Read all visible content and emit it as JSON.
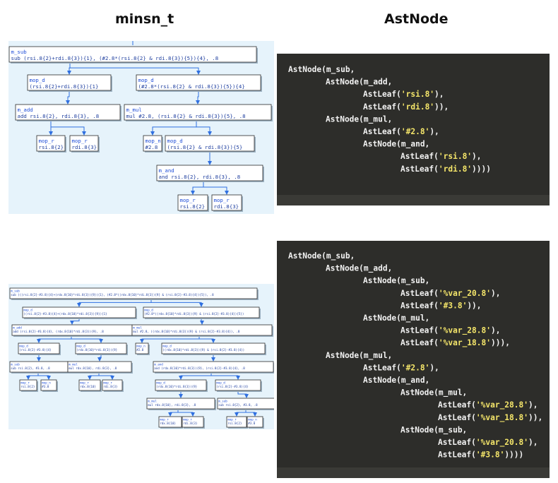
{
  "headers": {
    "left": "minsn_t",
    "right": "AstNode"
  },
  "top_graph": {
    "nodes": [
      {
        "id": "t0",
        "lines": [
          "m_sub",
          "sub    (rsi.8{2}+rdi.8{3}){1}, (#2.8*(rsi.8{2} & rdi.8{3}){5}){4}, .8"
        ]
      },
      {
        "id": "t1",
        "lines": [
          "mop_d",
          "(rsi.8{2}+rdi.8{3}){1}"
        ]
      },
      {
        "id": "t2",
        "lines": [
          "mop_d",
          "(#2.8*(rsi.8{2} & rdi.8{3}){5}){4}"
        ]
      },
      {
        "id": "t3",
        "lines": [
          "m_add",
          "add    rsi.8{2}, rdi.8{3}, .8"
        ]
      },
      {
        "id": "t4",
        "lines": [
          "m_mul",
          "mul    #2.8, (rsi.8{2} & rdi.8{3}){5}, .8"
        ]
      },
      {
        "id": "t5",
        "lines": [
          "mop_r",
          "rsi.8{2}"
        ]
      },
      {
        "id": "t6",
        "lines": [
          "mop_r",
          "rdi.8{3}"
        ]
      },
      {
        "id": "t7",
        "lines": [
          "mop_n",
          "#2.8"
        ]
      },
      {
        "id": "t8",
        "lines": [
          "mop_d",
          "(rsi.8{2} & rdi.8{3}){5}"
        ]
      },
      {
        "id": "t9",
        "lines": [
          "m_and",
          "and    rsi.8{2}, rdi.8{3}, .8"
        ]
      },
      {
        "id": "t10",
        "lines": [
          "mop_r",
          "rsi.8{2}"
        ]
      },
      {
        "id": "t11",
        "lines": [
          "mop_r",
          "rdi.8{3}"
        ]
      }
    ]
  },
  "bottom_graph": {
    "nodes": [
      {
        "id": "b0",
        "lines": [
          "m_sub",
          "sub    (((rsi.8{2}-#3.8){4}+(rdx.8{10}*rdi.8{3}){9}){1}, (#2.8*((rdx.8{10}*rdi.8{3}){9} & (rsi.8{2}-#3.8){4}){5}), .8"
        ]
      },
      {
        "id": "b1",
        "lines": [
          "mop_d",
          "((rsi.8{2}-#3.8){4}+(rdx.8{10}*rdi.8{3}){9}){1}"
        ]
      },
      {
        "id": "b2",
        "lines": [
          "mop_d",
          "(#2.8*((rdx.8{10}*rdi.8{3}){9} & (rsi.8{2}-#3.8){4}){5})"
        ]
      },
      {
        "id": "b3",
        "lines": [
          "m_add",
          "add    (rsi.8{2}-#3.8){4}, (rdx.8{10}*rdi.8{3}){9}, .8"
        ]
      },
      {
        "id": "b4",
        "lines": [
          "m_mul",
          "mul    #2.8, ((rdx.8{10}*rdi.8{3}){9} & (rsi.8{2}-#3.8){4}), .8"
        ]
      },
      {
        "id": "b5",
        "lines": [
          "mop_d",
          "(rsi.8{2}-#3.8){4}"
        ]
      },
      {
        "id": "b6",
        "lines": [
          "mop_d",
          "(rdx.8{10}*rdi.8{3}){9}"
        ]
      },
      {
        "id": "b7",
        "lines": [
          "mop_n",
          "#2.8"
        ]
      },
      {
        "id": "b8",
        "lines": [
          "mop_d",
          "((rdx.8{10}*rdi.8{3}){9} & (rsi.8{2}-#3.8){4})"
        ]
      },
      {
        "id": "b9",
        "lines": [
          "m_sub",
          "sub    rsi.8{2}, #3.8, .8"
        ]
      },
      {
        "id": "b10",
        "lines": [
          "m_mul",
          "mul    rdx.8{10}, rdi.8{3}, .8"
        ]
      },
      {
        "id": "b11",
        "lines": [
          "m_and",
          "and    (rdx.8{10}*rdi.8{3}){9}, (rsi.8{2}-#3.8){4}, .8"
        ]
      },
      {
        "id": "b12",
        "lines": [
          "mop_r",
          "rsi.8{2}"
        ]
      },
      {
        "id": "b13",
        "lines": [
          "mop_n",
          "#3.8"
        ]
      },
      {
        "id": "b14",
        "lines": [
          "mop_r",
          "rdx.8{10}"
        ]
      },
      {
        "id": "b15",
        "lines": [
          "mop_r",
          "rdi.8{3}"
        ]
      },
      {
        "id": "b16",
        "lines": [
          "mop_d",
          "(rdx.8{10}*rdi.8{3}){9}"
        ]
      },
      {
        "id": "b17",
        "lines": [
          "mop_d",
          "(rsi.8{2}-#3.8){4}"
        ]
      },
      {
        "id": "b18",
        "lines": [
          "m_mul",
          "mul    rdx.8{10}, rdi.8{3}, .8"
        ]
      },
      {
        "id": "b19",
        "lines": [
          "m_sub",
          "sub    rsi.8{2}, #3.8, .8"
        ]
      },
      {
        "id": "b20",
        "lines": [
          "mop_r",
          "rdx.8{10}"
        ]
      },
      {
        "id": "b21",
        "lines": [
          "mop_r",
          "rdi.8{3}"
        ]
      },
      {
        "id": "b22",
        "lines": [
          "mop_r",
          "rsi.8{2}"
        ]
      },
      {
        "id": "b23",
        "lines": [
          "mop_n",
          "#3.8"
        ]
      }
    ]
  },
  "code_top": {
    "lines": [
      {
        "indent": 0,
        "parts": [
          [
            "AstNode(m_sub,",
            "w"
          ]
        ]
      },
      {
        "indent": 1,
        "parts": [
          [
            "AstNode(m_add,",
            "w"
          ]
        ]
      },
      {
        "indent": 2,
        "parts": [
          [
            "AstLeaf(",
            "w"
          ],
          [
            "'rsi.8'",
            "y"
          ],
          [
            "),",
            "w"
          ]
        ]
      },
      {
        "indent": 2,
        "parts": [
          [
            "AstLeaf(",
            "w"
          ],
          [
            "'rdi.8'",
            "y"
          ],
          [
            ")),",
            "w"
          ]
        ]
      },
      {
        "indent": 1,
        "parts": [
          [
            "AstNode(m_mul,",
            "w"
          ]
        ]
      },
      {
        "indent": 2,
        "parts": [
          [
            "AstLeaf(",
            "w"
          ],
          [
            "'#2.8'",
            "y"
          ],
          [
            "),",
            "w"
          ]
        ]
      },
      {
        "indent": 2,
        "parts": [
          [
            "AstNode(m_and,",
            "w"
          ]
        ]
      },
      {
        "indent": 3,
        "parts": [
          [
            "AstLeaf(",
            "w"
          ],
          [
            "'rsi.8'",
            "y"
          ],
          [
            "),",
            "w"
          ]
        ]
      },
      {
        "indent": 3,
        "parts": [
          [
            "AstLeaf(",
            "w"
          ],
          [
            "'rdi.8'",
            "y"
          ],
          [
            "))))",
            "w"
          ]
        ]
      }
    ]
  },
  "code_bottom": {
    "lines": [
      {
        "indent": 0,
        "parts": [
          [
            "AstNode(m_sub,",
            "w"
          ]
        ]
      },
      {
        "indent": 1,
        "parts": [
          [
            "AstNode(m_add,",
            "w"
          ]
        ]
      },
      {
        "indent": 2,
        "parts": [
          [
            "AstNode(m_sub,",
            "w"
          ]
        ]
      },
      {
        "indent": 3,
        "parts": [
          [
            "AstLeaf(",
            "w"
          ],
          [
            "'%var_20.8'",
            "y"
          ],
          [
            "),",
            "w"
          ]
        ]
      },
      {
        "indent": 3,
        "parts": [
          [
            "AstLeaf(",
            "w"
          ],
          [
            "'#3.8'",
            "y"
          ],
          [
            ")),",
            "w"
          ]
        ]
      },
      {
        "indent": 2,
        "parts": [
          [
            "AstNode(m_mul,",
            "w"
          ]
        ]
      },
      {
        "indent": 3,
        "parts": [
          [
            "AstLeaf(",
            "w"
          ],
          [
            "'%var_28.8'",
            "y"
          ],
          [
            "),",
            "w"
          ]
        ]
      },
      {
        "indent": 3,
        "parts": [
          [
            "AstLeaf(",
            "w"
          ],
          [
            "'%var_18.8'",
            "y"
          ],
          [
            "))),",
            "w"
          ]
        ]
      },
      {
        "indent": 1,
        "parts": [
          [
            "AstNode(m_mul,",
            "w"
          ]
        ]
      },
      {
        "indent": 2,
        "parts": [
          [
            "AstLeaf(",
            "w"
          ],
          [
            "'#2.8'",
            "y"
          ],
          [
            "),",
            "w"
          ]
        ]
      },
      {
        "indent": 2,
        "parts": [
          [
            "AstNode(m_and,",
            "w"
          ]
        ]
      },
      {
        "indent": 3,
        "parts": [
          [
            "AstNode(m_mul,",
            "w"
          ]
        ]
      },
      {
        "indent": 4,
        "parts": [
          [
            "AstLeaf(",
            "w"
          ],
          [
            "'%var_28.8'",
            "y"
          ],
          [
            "),",
            "w"
          ]
        ]
      },
      {
        "indent": 4,
        "parts": [
          [
            "AstLeaf(",
            "w"
          ],
          [
            "'%var_18.8'",
            "y"
          ],
          [
            ")),",
            "w"
          ]
        ]
      },
      {
        "indent": 3,
        "parts": [
          [
            "AstNode(m_sub,",
            "w"
          ]
        ]
      },
      {
        "indent": 4,
        "parts": [
          [
            "AstLeaf(",
            "w"
          ],
          [
            "'%var_20.8'",
            "y"
          ],
          [
            "),",
            "w"
          ]
        ]
      },
      {
        "indent": 4,
        "parts": [
          [
            "AstLeaf(",
            "w"
          ],
          [
            "'#3.8'",
            "y"
          ],
          [
            "))))",
            "w"
          ]
        ]
      }
    ]
  },
  "colors": {
    "graph_background": "#e6f3fb",
    "node_fill": "#ffffff",
    "node_border": "#2a2a2a",
    "opcode_text": "#1f4ed8",
    "operand_text": "#1f3f9f",
    "edge": "#2f6fe0",
    "code_background": "#2d2d2a",
    "code_text": "#f2f2f2",
    "code_string": "#f5e66a"
  }
}
